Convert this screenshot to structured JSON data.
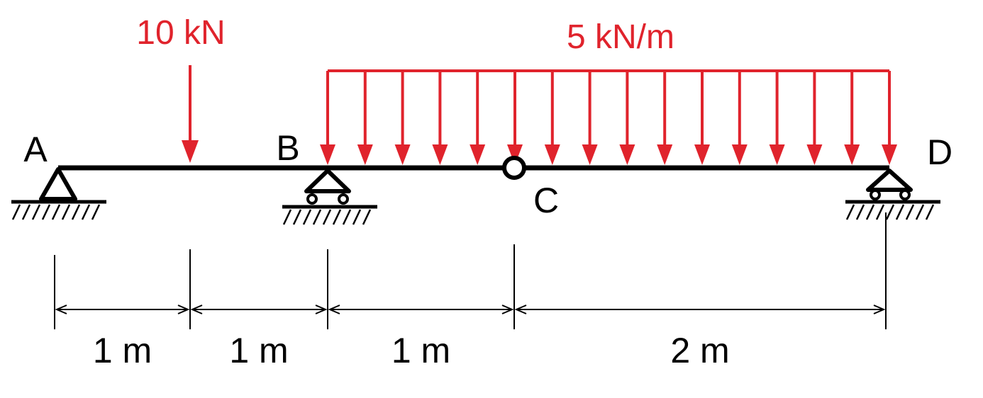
{
  "loads": {
    "point_load_label": "10 kN",
    "distributed_load_label": "5 kN/m"
  },
  "points": {
    "A": "A",
    "B": "B",
    "C": "C",
    "D": "D"
  },
  "dimensions": [
    {
      "label": "1 m",
      "length": 1
    },
    {
      "label": "1 m",
      "length": 1
    },
    {
      "label": "1 m",
      "length": 1
    },
    {
      "label": "2 m",
      "length": 2
    }
  ],
  "colors": {
    "load": "#e0232c",
    "structure": "#000000",
    "dimension": "#000000"
  }
}
